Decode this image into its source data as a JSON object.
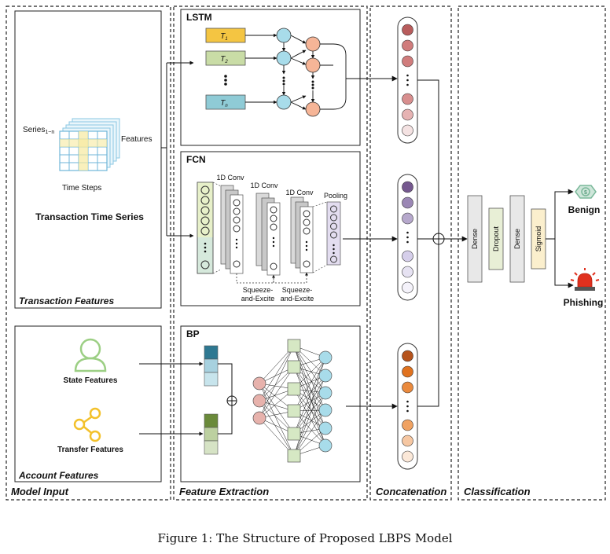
{
  "sections": {
    "model_input": "Model Input",
    "feature_extraction": "Feature Extraction",
    "concatenation": "Concatenation",
    "classification": "Classification"
  },
  "input": {
    "transaction_features": "Transaction Features",
    "account_features": "Account Features",
    "series_label": "Series",
    "series_sub": "1~n",
    "features_label": "Features",
    "time_steps_label": "Time Steps",
    "transaction_title": "Transaction Time Series",
    "state_features": "State Features",
    "transfer_features": "Transfer Features"
  },
  "lstm": {
    "title": "LSTM",
    "inputs": [
      {
        "main": "T",
        "sub": "1"
      },
      {
        "main": "T",
        "sub": "2"
      },
      {
        "main": "T",
        "sub": "n"
      }
    ]
  },
  "fcn": {
    "title": "FCN",
    "conv_label": "1D Conv",
    "pooling": "Pooling",
    "squeeze_line1": "Squeeze-",
    "squeeze_line2": "and-Excite"
  },
  "bp": {
    "title": "BP"
  },
  "classifier": {
    "layers": [
      "Dense",
      "Dropout",
      "Dense",
      "Sigmoid"
    ],
    "benign": "Benign",
    "phishing": "Phishing"
  },
  "caption": "Figure 1: The Structure of Proposed LBPS Model",
  "colors": {
    "lstm_input_green": "#c9dca6",
    "lstm_input_blue": "#8fcbd6",
    "lstm_circle_blue": "#a8dcea",
    "lstm_circle_orange": "#f6b597",
    "concat_top": [
      "#b85c5c",
      "#d07c7c",
      "#dc9a9a",
      "#e6b3b3",
      "#eecfcf"
    ],
    "concat_mid": [
      "#75588f",
      "#9b87b5",
      "#b6a8cc",
      "#d5ceea",
      "#e6e2f2"
    ],
    "concat_bot": [
      "#b5531c",
      "#e0721f",
      "#f0a262",
      "#f6c7a2",
      "#faddc6"
    ],
    "dense": "#e8e8e8",
    "dropout": "#e8efd6",
    "sigmoid": "#fbefcd",
    "benign": "#7ab89a",
    "phishing": "#e0301e"
  }
}
